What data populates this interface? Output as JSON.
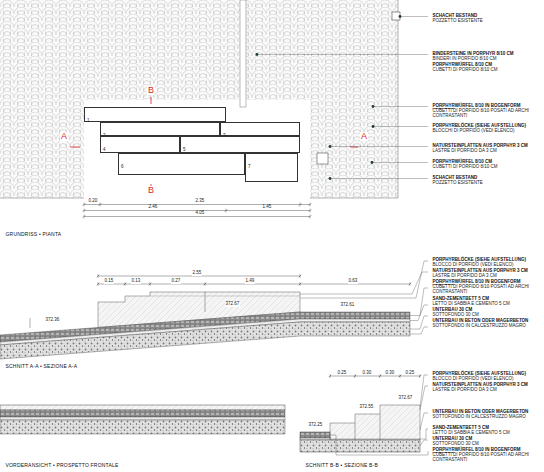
{
  "diagram": {
    "nodes": [
      {
        "text": [
          "1"
        ]
      },
      {
        "text": [
          "2"
        ]
      },
      {
        "text": [
          "3"
        ]
      },
      {
        "text": [
          "4"
        ]
      },
      {
        "text": [
          "5"
        ]
      },
      {
        "text": [
          "6"
        ]
      },
      {
        "text": [
          "7"
        ]
      }
    ],
    "labels": [
      "SCHACHT BESTAND",
      "POZZETTO ESISTENTE",
      "BINDERSTEINE IN PORPHYR 8/10 CM",
      "BINDERI IN PORFIDO 8/10 CM",
      "PORPHYRWÜRFEL 8/10 CM",
      "CUBETTI DI PORFIDO 8/10 CM",
      "PORPHYRWÜRFEL 8/10 IN BOGENFORM VERLEGT",
      "CUBETTI DI PORFIDO 8/10 POSATI AD ARCHI CONTRASTANTI",
      "PORPHYRBLÖCKE (SIEHE AUFSTELLUNG)",
      "BLOCCHI DI PORFIDO (VEDI ELENCO)",
      "NATURSTEINPLATTEN AUS PORPHYR 3 CM",
      "LASTRE DI PORFIDO DA 3 CM",
      "PORPHYRWÜRFEL 8/10 CM",
      "CUBETTI DI PORFIDO 8/10 CM",
      "SCHACHT BESTAND",
      "POZZETTO ESISTENTE",
      "A",
      "A",
      "B",
      "B",
      "0.20",
      "2.35",
      "2.46",
      "1.45",
      "4.05",
      "GRUNDRISS • PIANTA",
      "372.67",
      "372.61",
      "372.36",
      "2.55",
      "0.15",
      "0.13",
      "0.27",
      "1.49",
      "0.63",
      "PORPHYRBLÖCKE (SIEHE AUFSTELLUNG)",
      "BLOCCO DI PORFIDO (VEDI ELENCO)",
      "NATURSTEINPLATTEN AUS PORPHYR 3 CM",
      "LASTRE DI PORFIDO DA 3 CM",
      "PORPHYRWÜRFEL 8/10 IN BOGENFORM VERLEGT",
      "CUBETTI DI PORFIDO 8/10 POSATI AD ARCHI CONTRASTANTI",
      "SAND-ZEMENTBETT 5 CM",
      "LETTO DI SABBIA E CEMENTO 5 CM",
      "UNTERBAU 30 CM",
      "SOTTOFONDO 30 CM",
      "UNTERBAU IN BETON ODER MAGERBETON",
      "SOTTOFONDO IN CALCESTRUZZO MAGRO",
      "SCHNITT A-A • SEZIONE A-A",
      "PORPHYRBLÖCKE (SIEHE AUFSTELLUNG)",
      "BLOCCO DI PORFIDO (VEDI ELENCO)",
      "NATURSTEINPLATTEN AUS PORPHYR 3 CM",
      "LASTRE DI PORFIDO DA 3 CM",
      "UNTERBAU IN BETON ODER MAGERBETON",
      "SOTTOFONDO IN CALCESTRUZZO MAGRO",
      "SAND-ZEMENTBETT 5 CM",
      "LETTO DI SABBIA E CEMENTO 5 CM",
      "UNTERBAU 30 CM",
      "SOTTOFONDO 30 CM",
      "PORPHYRWÜRFEL 8/10 IN BOGENFORM VERLEGT",
      "CUBETTI DI PORFIDO 8/10 POSATI AD ARCHI CONTRASTANTI",
      "372.67",
      "372.55",
      "372.25",
      "0.25",
      "0.30",
      "0.30",
      "0.25",
      "VORDERANSICHT • PROSPETTO FRONTALE",
      "SCHNITT B-B • SEZIONE B-B"
    ]
  }
}
